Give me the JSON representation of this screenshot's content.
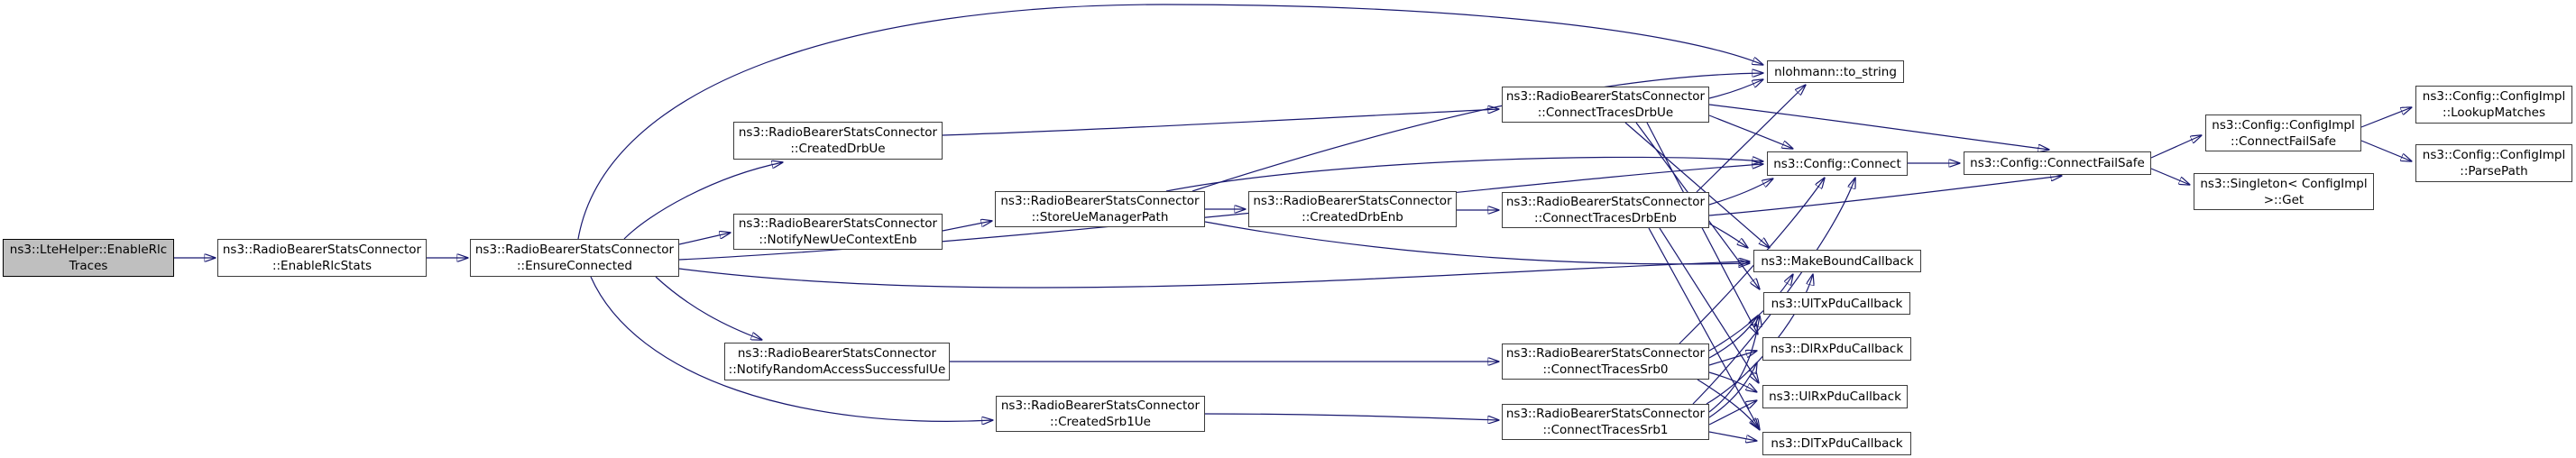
{
  "diagram": {
    "kind": "doxygen-call-graph",
    "highlighted_node": "ns3::LteHelper::EnableRlcTraces"
  },
  "colors": {
    "edge": "#191970",
    "node_border": "#3c3c3c",
    "node_fill": "#ffffff",
    "highlight_fill": "#bfbfbf",
    "background": "#ffffff",
    "text": "#000000"
  },
  "nodes": {
    "enable_rlc_traces": {
      "label": "ns3::LteHelper::EnableRlc\nTraces"
    },
    "enable_rlc_stats": {
      "label": "ns3::RadioBearerStatsConnector\n::EnableRlcStats"
    },
    "ensure_connected": {
      "label": "ns3::RadioBearerStatsConnector\n::EnsureConnected"
    },
    "created_drb_ue": {
      "label": "ns3::RadioBearerStatsConnector\n::CreatedDrbUe"
    },
    "notify_new_ue_context_enb": {
      "label": "ns3::RadioBearerStatsConnector\n::NotifyNewUeContextEnb"
    },
    "notify_random_access_successful_ue": {
      "label": "ns3::RadioBearerStatsConnector\n::NotifyRandomAccessSuccessfulUe"
    },
    "store_ue_manager_path": {
      "label": "ns3::RadioBearerStatsConnector\n::StoreUeManagerPath"
    },
    "created_srb1_ue": {
      "label": "ns3::RadioBearerStatsConnector\n::CreatedSrb1Ue"
    },
    "created_drb_enb": {
      "label": "ns3::RadioBearerStatsConnector\n::CreatedDrbEnb"
    },
    "connect_traces_drb_ue": {
      "label": "ns3::RadioBearerStatsConnector\n::ConnectTracesDrbUe"
    },
    "connect_traces_drb_enb": {
      "label": "ns3::RadioBearerStatsConnector\n::ConnectTracesDrbEnb"
    },
    "connect_traces_srb0": {
      "label": "ns3::RadioBearerStatsConnector\n::ConnectTracesSrb0"
    },
    "connect_traces_srb1": {
      "label": "ns3::RadioBearerStatsConnector\n::ConnectTracesSrb1"
    },
    "to_string": {
      "label": "nlohmann::to_string"
    },
    "config_connect": {
      "label": "ns3::Config::Connect"
    },
    "make_bound_callback": {
      "label": "ns3::MakeBoundCallback"
    },
    "ul_tx_pdu_callback": {
      "label": "ns3::UlTxPduCallback"
    },
    "dl_rx_pdu_callback": {
      "label": "ns3::DlRxPduCallback"
    },
    "ul_rx_pdu_callback": {
      "label": "ns3::UlRxPduCallback"
    },
    "dl_tx_pdu_callback": {
      "label": "ns3::DlTxPduCallback"
    },
    "config_connect_fail_safe": {
      "label": "ns3::Config::ConnectFailSafe"
    },
    "config_impl_connect_fail_safe": {
      "label": "ns3::Config::ConfigImpl\n::ConnectFailSafe"
    },
    "singleton_get": {
      "label": "ns3::Singleton< ConfigImpl\n>::Get"
    },
    "lookup_matches": {
      "label": "ns3::Config::ConfigImpl\n::LookupMatches"
    },
    "parse_path": {
      "label": "ns3::Config::ConfigImpl\n::ParsePath"
    }
  },
  "edges": [
    {
      "from": "enable_rlc_traces",
      "to": "enable_rlc_stats"
    },
    {
      "from": "enable_rlc_stats",
      "to": "ensure_connected"
    },
    {
      "from": "ensure_connected",
      "to": "created_drb_ue"
    },
    {
      "from": "ensure_connected",
      "to": "notify_new_ue_context_enb"
    },
    {
      "from": "ensure_connected",
      "to": "notify_random_access_successful_ue"
    },
    {
      "from": "ensure_connected",
      "to": "created_srb1_ue"
    },
    {
      "from": "ensure_connected",
      "to": "to_string"
    },
    {
      "from": "ensure_connected",
      "to": "config_connect"
    },
    {
      "from": "ensure_connected",
      "to": "make_bound_callback"
    },
    {
      "from": "created_drb_ue",
      "to": "connect_traces_drb_ue"
    },
    {
      "from": "notify_new_ue_context_enb",
      "to": "store_ue_manager_path"
    },
    {
      "from": "store_ue_manager_path",
      "to": "created_drb_enb"
    },
    {
      "from": "store_ue_manager_path",
      "to": "config_connect"
    },
    {
      "from": "store_ue_manager_path",
      "to": "to_string"
    },
    {
      "from": "store_ue_manager_path",
      "to": "make_bound_callback"
    },
    {
      "from": "created_drb_enb",
      "to": "connect_traces_drb_enb"
    },
    {
      "from": "notify_random_access_successful_ue",
      "to": "connect_traces_srb0"
    },
    {
      "from": "created_srb1_ue",
      "to": "connect_traces_srb1"
    },
    {
      "from": "connect_traces_drb_ue",
      "to": "to_string"
    },
    {
      "from": "connect_traces_drb_ue",
      "to": "config_connect"
    },
    {
      "from": "connect_traces_drb_ue",
      "to": "config_connect_fail_safe"
    },
    {
      "from": "connect_traces_drb_ue",
      "to": "make_bound_callback"
    },
    {
      "from": "connect_traces_drb_ue",
      "to": "ul_tx_pdu_callback"
    },
    {
      "from": "connect_traces_drb_ue",
      "to": "dl_rx_pdu_callback"
    },
    {
      "from": "connect_traces_drb_enb",
      "to": "to_string"
    },
    {
      "from": "connect_traces_drb_enb",
      "to": "config_connect"
    },
    {
      "from": "connect_traces_drb_enb",
      "to": "config_connect_fail_safe"
    },
    {
      "from": "connect_traces_drb_enb",
      "to": "make_bound_callback"
    },
    {
      "from": "connect_traces_drb_enb",
      "to": "ul_rx_pdu_callback"
    },
    {
      "from": "connect_traces_drb_enb",
      "to": "dl_tx_pdu_callback"
    },
    {
      "from": "connect_traces_srb0",
      "to": "config_connect"
    },
    {
      "from": "connect_traces_srb0",
      "to": "make_bound_callback"
    },
    {
      "from": "connect_traces_srb0",
      "to": "ul_tx_pdu_callback"
    },
    {
      "from": "connect_traces_srb0",
      "to": "dl_rx_pdu_callback"
    },
    {
      "from": "connect_traces_srb0",
      "to": "ul_rx_pdu_callback"
    },
    {
      "from": "connect_traces_srb0",
      "to": "dl_tx_pdu_callback"
    },
    {
      "from": "connect_traces_srb1",
      "to": "config_connect"
    },
    {
      "from": "connect_traces_srb1",
      "to": "make_bound_callback"
    },
    {
      "from": "connect_traces_srb1",
      "to": "ul_tx_pdu_callback"
    },
    {
      "from": "connect_traces_srb1",
      "to": "dl_rx_pdu_callback"
    },
    {
      "from": "connect_traces_srb1",
      "to": "ul_rx_pdu_callback"
    },
    {
      "from": "connect_traces_srb1",
      "to": "dl_tx_pdu_callback"
    },
    {
      "from": "config_connect",
      "to": "config_connect_fail_safe"
    },
    {
      "from": "config_connect_fail_safe",
      "to": "config_impl_connect_fail_safe"
    },
    {
      "from": "config_connect_fail_safe",
      "to": "singleton_get"
    },
    {
      "from": "config_impl_connect_fail_safe",
      "to": "lookup_matches"
    },
    {
      "from": "config_impl_connect_fail_safe",
      "to": "parse_path"
    }
  ]
}
